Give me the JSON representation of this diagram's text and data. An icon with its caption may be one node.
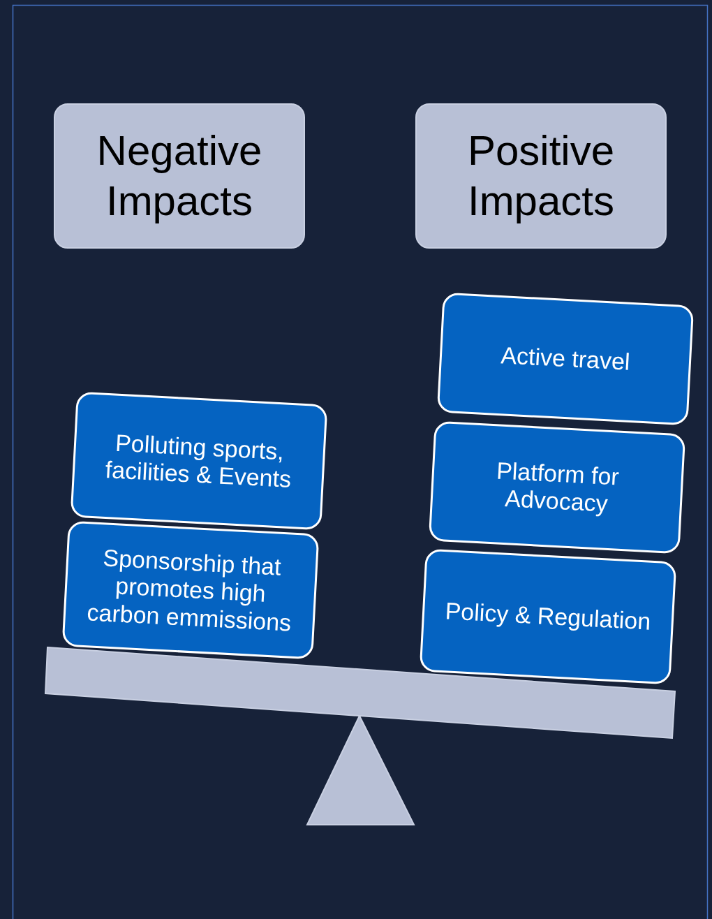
{
  "diagram": {
    "nodes": [
      {
        "text": [
          "Negative Impacts"
        ]
      },
      {
        "text": [
          "Positive Impacts"
        ]
      },
      {
        "text": [
          "Active travel"
        ]
      },
      {
        "text": [
          "Polluting sports, facilities & Events"
        ]
      },
      {
        "text": [
          "Platform for Advocacy"
        ]
      },
      {
        "text": [
          "Sponsorship that promotes high carbon emmissions"
        ]
      },
      {
        "text": [
          "Policy & Regulation"
        ]
      }
    ]
  }
}
